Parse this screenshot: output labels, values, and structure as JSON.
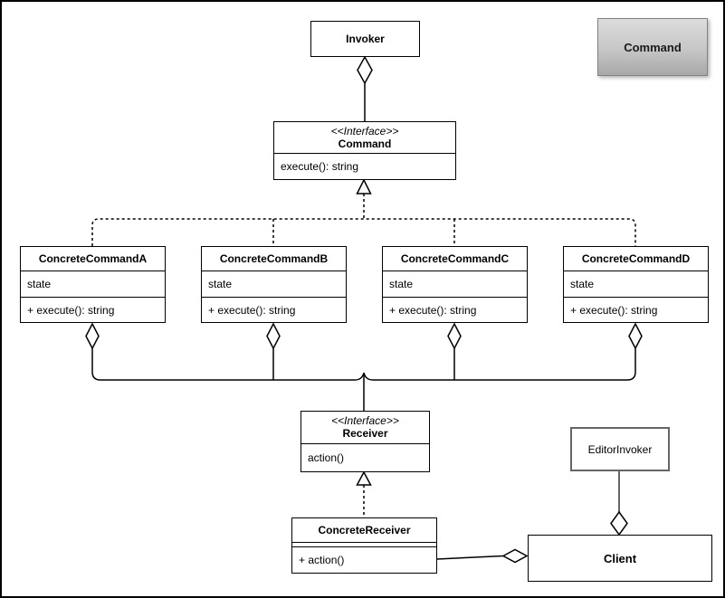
{
  "nodes": {
    "invoker": {
      "title": "Invoker"
    },
    "command_note": {
      "label": "Command"
    },
    "command_interface": {
      "stereotype": "<<Interface>>",
      "title": "Command",
      "method": "execute(): string"
    },
    "concrete_commands": [
      {
        "title": "ConcreteCommandA",
        "attribute": "state",
        "method": "+ execute(): string"
      },
      {
        "title": "ConcreteCommandB",
        "attribute": "state",
        "method": "+ execute(): string"
      },
      {
        "title": "ConcreteCommandC",
        "attribute": "state",
        "method": "+ execute(): string"
      },
      {
        "title": "ConcreteCommandD",
        "attribute": "state",
        "method": "+ execute(): string"
      }
    ],
    "receiver_interface": {
      "stereotype": "<<Interface>>",
      "title": "Receiver",
      "method": "action()"
    },
    "concrete_receiver": {
      "title": "ConcreteReceiver",
      "method": "+ action()"
    },
    "editor_invoker": {
      "title": "EditorInvoker"
    },
    "client": {
      "title": "Client"
    }
  },
  "colors": {
    "line": "#000000",
    "editor_invoker_border": "#666666",
    "note_border": "#828282",
    "note_fill_top": "#dcdcdc",
    "note_fill_bottom": "#a8a8a8"
  }
}
